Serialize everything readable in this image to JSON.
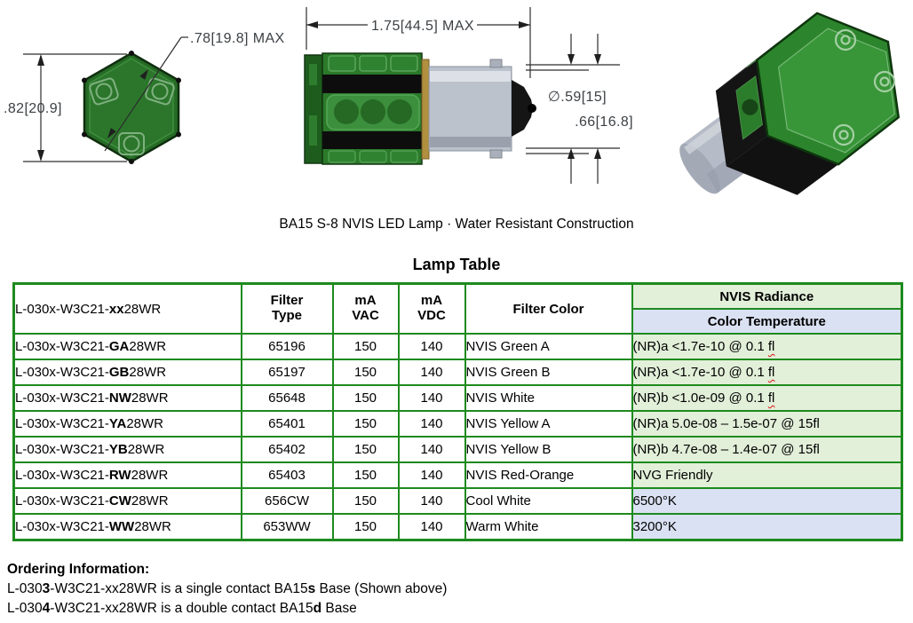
{
  "caption": "BA15 S-8 NVIS LED Lamp · Water Resistant Construction",
  "table_title": "Lamp Table",
  "drawings": {
    "front_view": {
      "height_dim": ".82[20.9]",
      "across_flats_dim": ".78[19.8] MAX"
    },
    "side_view": {
      "length_dim": "1.75[44.5] MAX",
      "diameter_dim": "∅.59[15]",
      "secondary_dim": ".66[16.8]"
    }
  },
  "colors": {
    "table_border_green": "#1e8a1e",
    "radiance_cell_green": "#e2efd9",
    "temperature_cell_lavender": "#dae1f2",
    "lamp_cap_green": "#2a7a2a",
    "lamp_base_gray": "#bcc2cc",
    "brass_ring": "#b08f3e",
    "squiggle_red": "#dd1111"
  },
  "table": {
    "header": {
      "part_prefix": "L-030x-W3C21-",
      "part_code": "xx",
      "part_suffix": "28WR",
      "filter_type": "Filter\nType",
      "ma_vac": "mA\nVAC",
      "ma_vdc": "mA\nVDC",
      "filter_color": "Filter Color",
      "nvis_radiance": "NVIS Radiance",
      "color_temperature": "Color Temperature"
    },
    "rows": [
      {
        "prefix": "L-030x-W3C21-",
        "code": "GA",
        "suffix": "28WR",
        "filter_type": "65196",
        "vac": "150",
        "vdc": "140",
        "color": "NVIS Green A",
        "radiance": "(NR)a <1.7e-10 @ 0.1 ",
        "radiance_tail": "fl"
      },
      {
        "prefix": "L-030x-W3C21-",
        "code": "GB",
        "suffix": "28WR",
        "filter_type": "65197",
        "vac": "150",
        "vdc": "140",
        "color": "NVIS Green B",
        "radiance": "(NR)a <1.7e-10 @ 0.1 ",
        "radiance_tail": "fl"
      },
      {
        "prefix": "L-030x-W3C21-",
        "code": "NW",
        "suffix": "28WR",
        "filter_type": "65648",
        "vac": "150",
        "vdc": "140",
        "color": "NVIS White",
        "radiance": "(NR)b <1.0e-09 @ 0.1 ",
        "radiance_tail": "fl"
      },
      {
        "prefix": "L-030x-W3C21-",
        "code": "YA",
        "suffix": "28WR",
        "filter_type": "65401",
        "vac": "150",
        "vdc": "140",
        "color": "NVIS Yellow A",
        "radiance": "(NR)a 5.0e-08 – 1.5e-07 @ 15fl",
        "radiance_tail": ""
      },
      {
        "prefix": "L-030x-W3C21-",
        "code": "YB",
        "suffix": "28WR",
        "filter_type": "65402",
        "vac": "150",
        "vdc": "140",
        "color": "NVIS Yellow B",
        "radiance": "(NR)b 4.7e-08 – 1.4e-07 @ 15fl",
        "radiance_tail": ""
      },
      {
        "prefix": "L-030x-W3C21-",
        "code": "RW",
        "suffix": "28WR",
        "filter_type": "65403",
        "vac": "150",
        "vdc": "140",
        "color": "NVIS Red-Orange",
        "radiance": "NVG Friendly",
        "radiance_tail": ""
      },
      {
        "prefix": "L-030x-W3C21-",
        "code": "CW",
        "suffix": "28WR",
        "filter_type": "656CW",
        "vac": "150",
        "vdc": "140",
        "color": "Cool White",
        "radiance": "6500°K",
        "radiance_tail": ""
      },
      {
        "prefix": "L-030x-W3C21-",
        "code": "WW",
        "suffix": "28WR",
        "filter_type": "653WW",
        "vac": "150",
        "vdc": "140",
        "color": "Warm White",
        "radiance": "3200°K",
        "radiance_tail": ""
      }
    ]
  },
  "ordering": {
    "heading": "Ordering Information:",
    "line1": {
      "pre": "L-030",
      "bold1": "3",
      "mid": "-W3C21-xx28WR is a single contact BA15",
      "bold2": "s",
      "post": " Base (Shown above)"
    },
    "line2": {
      "pre": "L-030",
      "bold1": "4",
      "mid": "-W3C21-xx28WR is a double contact BA15",
      "bold2": "d",
      "post": " Base"
    }
  }
}
